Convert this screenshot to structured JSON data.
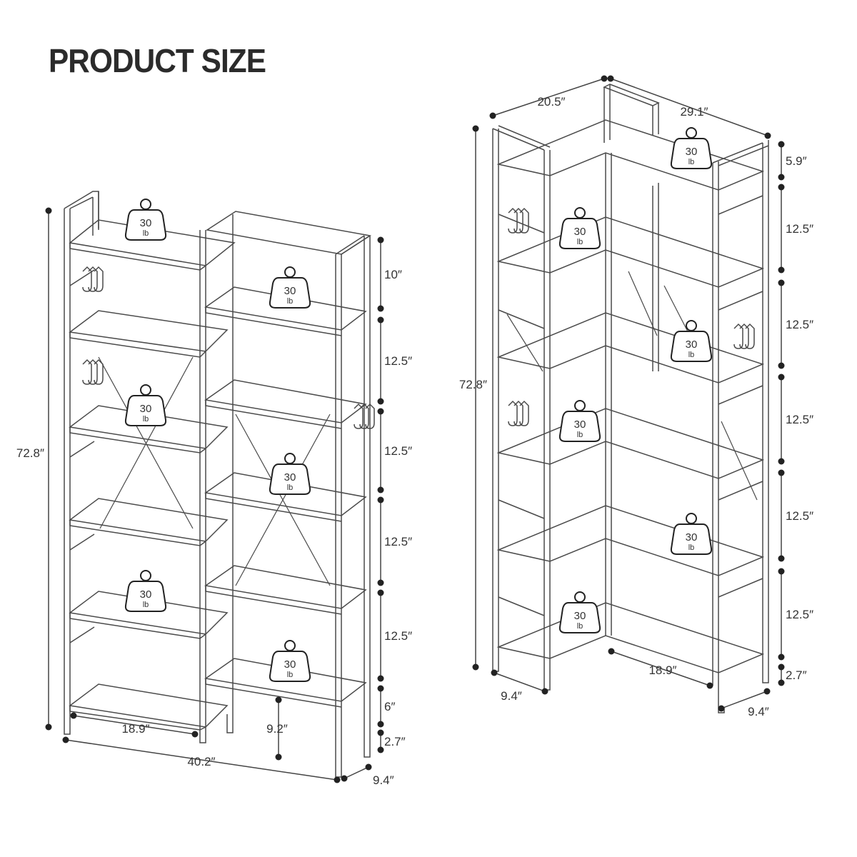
{
  "title": "PRODUCT SIZE",
  "colors": {
    "text": "#333333",
    "line": "#4a4a4a",
    "background": "#ffffff"
  },
  "weight_badge": {
    "value": "30",
    "unit": "lb",
    "icon": "weight-icon"
  },
  "hook_icon": "hook-icon",
  "left_unit": {
    "height": "72.8″",
    "total_width": "40.2″",
    "depth": "9.4″",
    "section_width": "18.9″",
    "gap": "9.2″",
    "shelf_spacings": [
      "10″",
      "12.5″",
      "12.5″",
      "12.5″",
      "12.5″",
      "6″",
      "2.7″"
    ]
  },
  "right_unit": {
    "height": "72.8″",
    "top_width_left": "20.5″",
    "top_width_right": "29.1″",
    "depth_left": "9.4″",
    "depth_right": "9.4″",
    "inner_width": "18.9″",
    "shelf_spacings": [
      "5.9″",
      "12.5″",
      "12.5″",
      "12.5″",
      "12.5″",
      "12.5″",
      "2.7″"
    ]
  }
}
